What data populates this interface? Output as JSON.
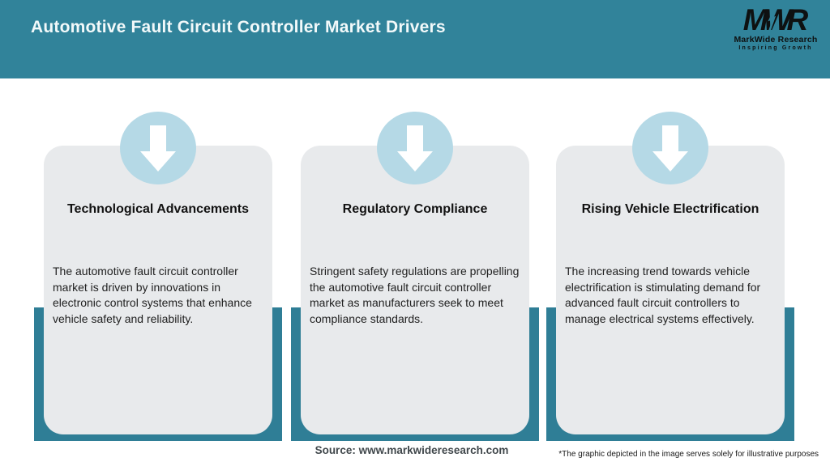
{
  "header": {
    "title": "Automotive Fault Circuit Controller Market Drivers",
    "logo": {
      "acronym": "MWR",
      "name": "MarkWide Research",
      "tagline": "Inspiring Growth"
    }
  },
  "cards": [
    {
      "icon": "down-arrow-icon",
      "title": "Technological Advancements",
      "description": "The automotive fault circuit controller market is driven by innovations in electronic control systems that enhance vehicle safety and reliability."
    },
    {
      "icon": "down-arrow-icon",
      "title": "Regulatory Compliance",
      "description": "Stringent safety regulations are propelling the automotive fault circuit controller market as manufacturers seek to meet compliance standards."
    },
    {
      "icon": "down-arrow-icon",
      "title": "Rising Vehicle Electrification",
      "description": "The increasing trend towards vehicle electrification is stimulating demand for advanced fault circuit controllers to manage electrical systems effectively."
    }
  ],
  "footer": {
    "source": "Source: www.markwideresearch.com",
    "disclaimer": "*The graphic depicted in the image serves solely for illustrative purposes"
  },
  "colors": {
    "header_teal": "#31839a",
    "band_teal": "#2f7e96",
    "icon_circle_blue": "#b5d9e6",
    "card_gray": "#e8eaec",
    "title_white": "#f2f9fa",
    "logo_black": "#0e1111"
  }
}
